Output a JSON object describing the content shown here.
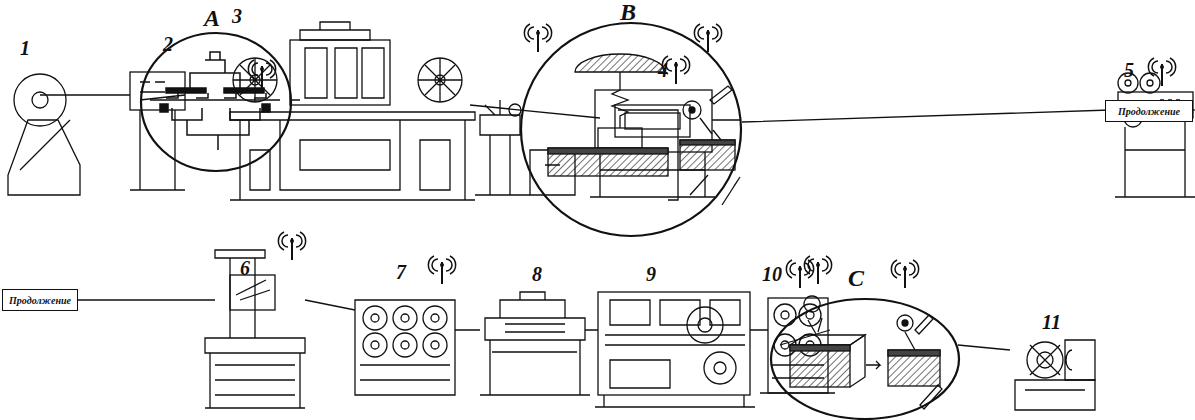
{
  "diagram": {
    "nodes": [
      {
        "text": [
          "A"
        ]
      },
      {
        "text": [
          "B"
        ]
      },
      {
        "text": [
          "Продолжение"
        ]
      },
      {
        "text": [
          "Продолжение"
        ]
      },
      {
        "text": [
          "C"
        ]
      }
    ],
    "labels": [
      "1",
      "2",
      "3",
      "4",
      "5",
      "6",
      "7",
      "8",
      "9",
      "10",
      "11"
    ]
  }
}
